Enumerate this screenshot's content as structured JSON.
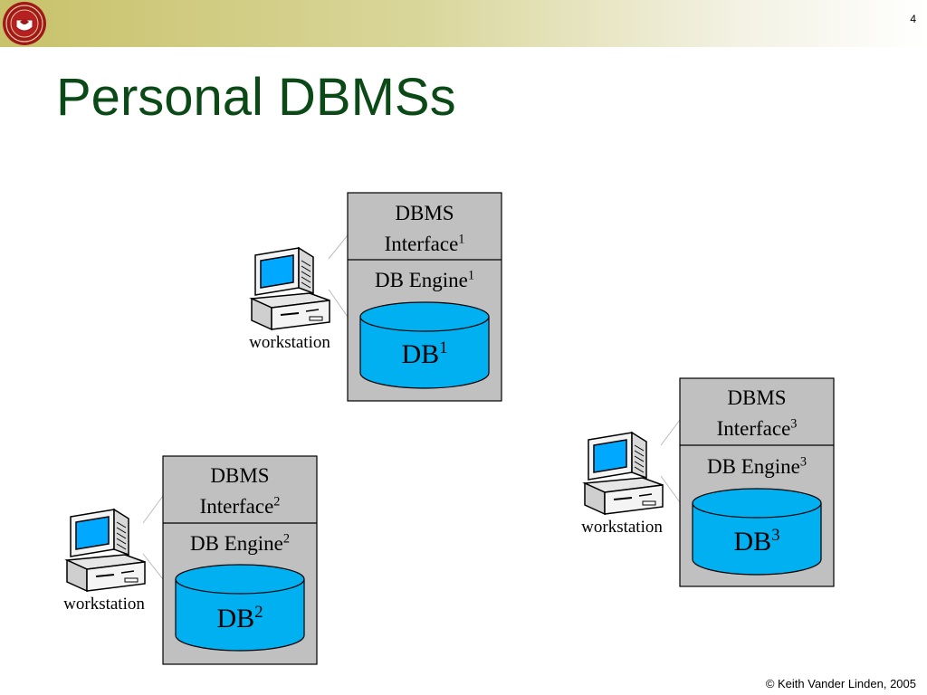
{
  "slide": {
    "page_number": "4",
    "title": "Personal DBMSs",
    "footer": "© Keith Vander Linden, 2005"
  },
  "systems": [
    {
      "interface_line1": "DBMS",
      "interface_line2": "Interface",
      "interface_sup": "1",
      "engine": "DB Engine",
      "engine_sup": "1",
      "db": "DB",
      "db_sup": "1",
      "workstation": "workstation"
    },
    {
      "interface_line1": "DBMS",
      "interface_line2": "Interface",
      "interface_sup": "2",
      "engine": "DB Engine",
      "engine_sup": "2",
      "db": "DB",
      "db_sup": "2",
      "workstation": "workstation"
    },
    {
      "interface_line1": "DBMS",
      "interface_line2": "Interface",
      "interface_sup": "3",
      "engine": "DB Engine",
      "engine_sup": "3",
      "db": "DB",
      "db_sup": "3",
      "workstation": "workstation"
    }
  ],
  "colors": {
    "title": "#0b4a17",
    "box_fill": "#c0c0c0",
    "cylinder_fill": "#00b0f0",
    "screen_fill": "#00a8ff"
  },
  "icons": {
    "logo": "college-seal-icon",
    "computer": "desktop-computer-icon"
  }
}
